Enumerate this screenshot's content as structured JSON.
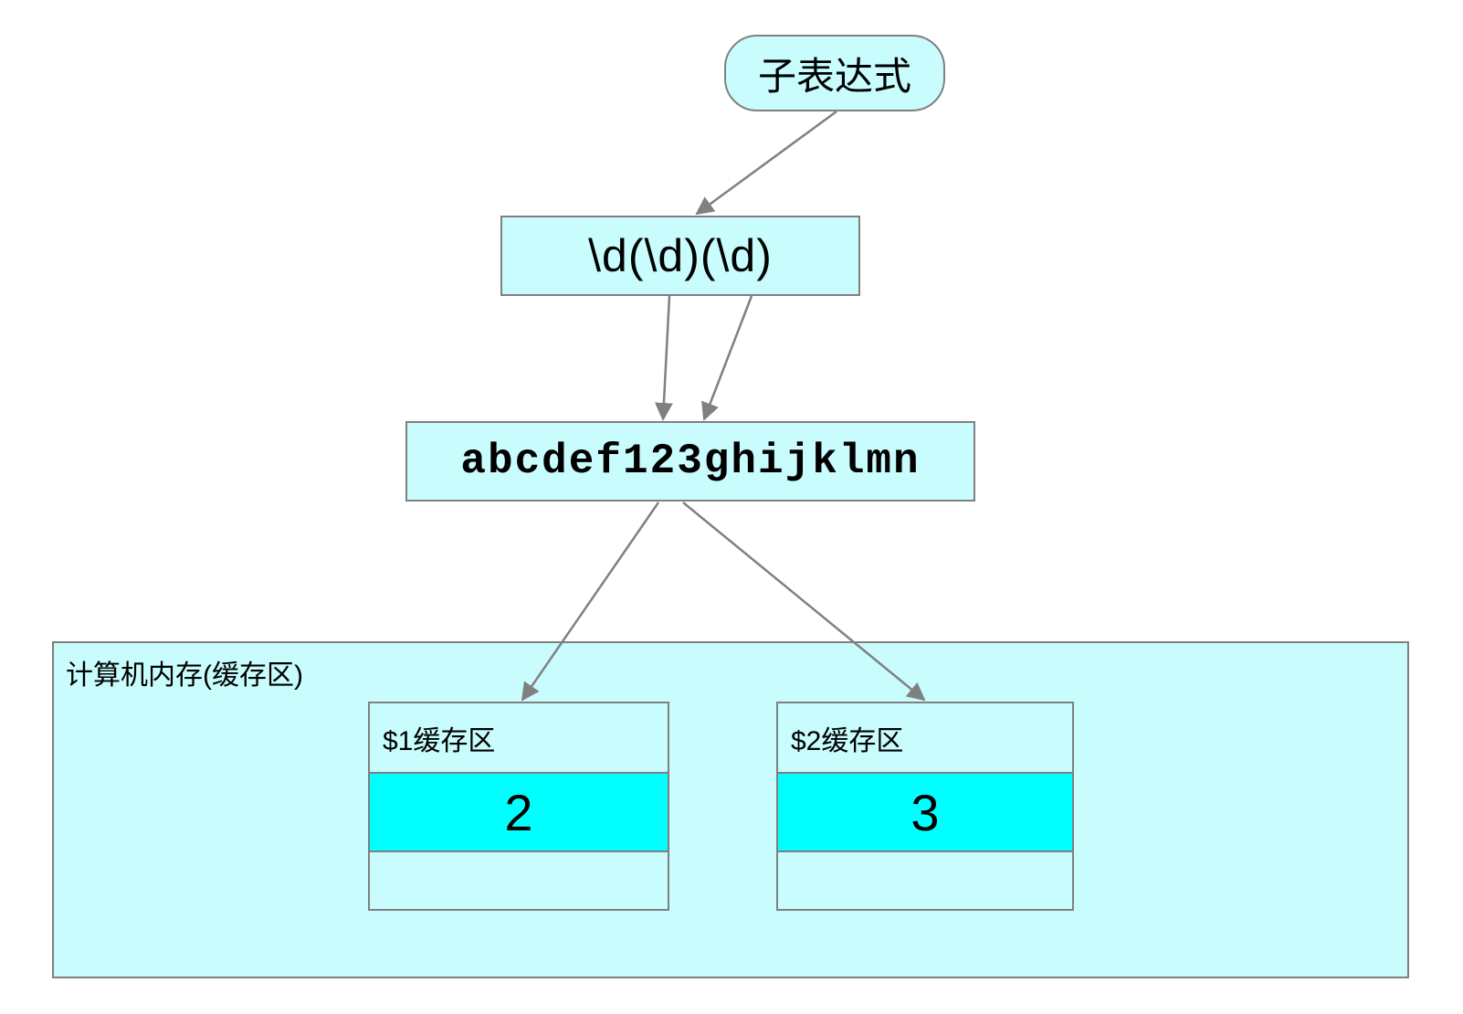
{
  "diagram": {
    "subexpression_label": "子表达式",
    "regex": "\\d(\\d)(\\d)",
    "test_string": "abcdef123ghijklmn",
    "memory": {
      "label": "计算机内存(缓存区)",
      "buffers": [
        {
          "name": "$1缓存区",
          "value": "2"
        },
        {
          "name": "$2缓存区",
          "value": "3"
        }
      ]
    },
    "colors": {
      "light_cyan": "#c8fcfd",
      "bright_cyan": "#00ffff",
      "border_gray": "#808080",
      "arrow_gray": "#808080"
    }
  }
}
